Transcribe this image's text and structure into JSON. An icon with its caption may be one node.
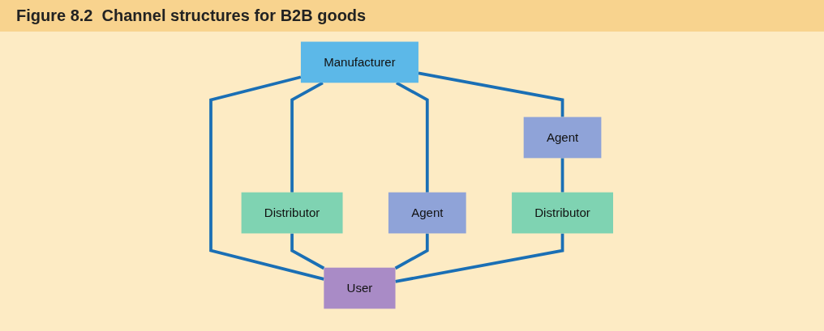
{
  "diagram": {
    "title": "Figure 8.2  Channel structures for B2B goods",
    "nodes": [
      {
        "text": [
          "Manufacturer"
        ]
      },
      {
        "text": [
          "Agent"
        ]
      },
      {
        "text": [
          "Agent"
        ]
      },
      {
        "text": [
          "Distributor"
        ]
      },
      {
        "text": [
          "Distributor"
        ]
      },
      {
        "text": [
          "User"
        ]
      }
    ],
    "edges": [
      {
        "from": 0,
        "to": 5,
        "arrow": "none"
      },
      {
        "from": 0,
        "to": 3,
        "arrow": "none"
      },
      {
        "from": 3,
        "to": 5,
        "arrow": "none"
      },
      {
        "from": 0,
        "to": 1,
        "arrow": "none"
      },
      {
        "from": 1,
        "to": 5,
        "arrow": "none"
      },
      {
        "from": 0,
        "to": 2,
        "arrow": "none"
      },
      {
        "from": 2,
        "to": 4,
        "arrow": "none"
      },
      {
        "from": 4,
        "to": 5,
        "arrow": "none"
      }
    ]
  }
}
